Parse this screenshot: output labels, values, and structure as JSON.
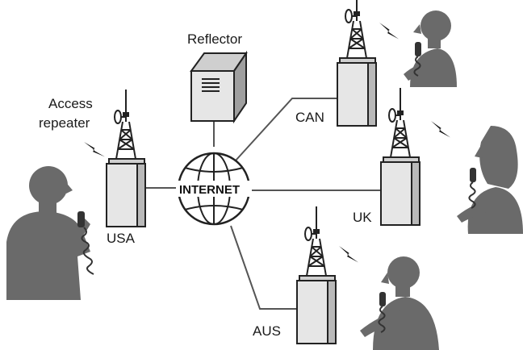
{
  "labels": {
    "reflector": "Reflector",
    "access_line1": "Access",
    "access_line2": "repeater",
    "internet": "INTERNET",
    "usa": "USA",
    "can": "CAN",
    "uk": "UK",
    "aus": "AUS"
  },
  "colors": {
    "line": "#555555",
    "tower": "#222222",
    "cabinet_fill": "#e6e6e6",
    "cabinet_side": "#b9b9b9",
    "person": "#6a6a6a",
    "globe_fill": "#ffffff"
  }
}
